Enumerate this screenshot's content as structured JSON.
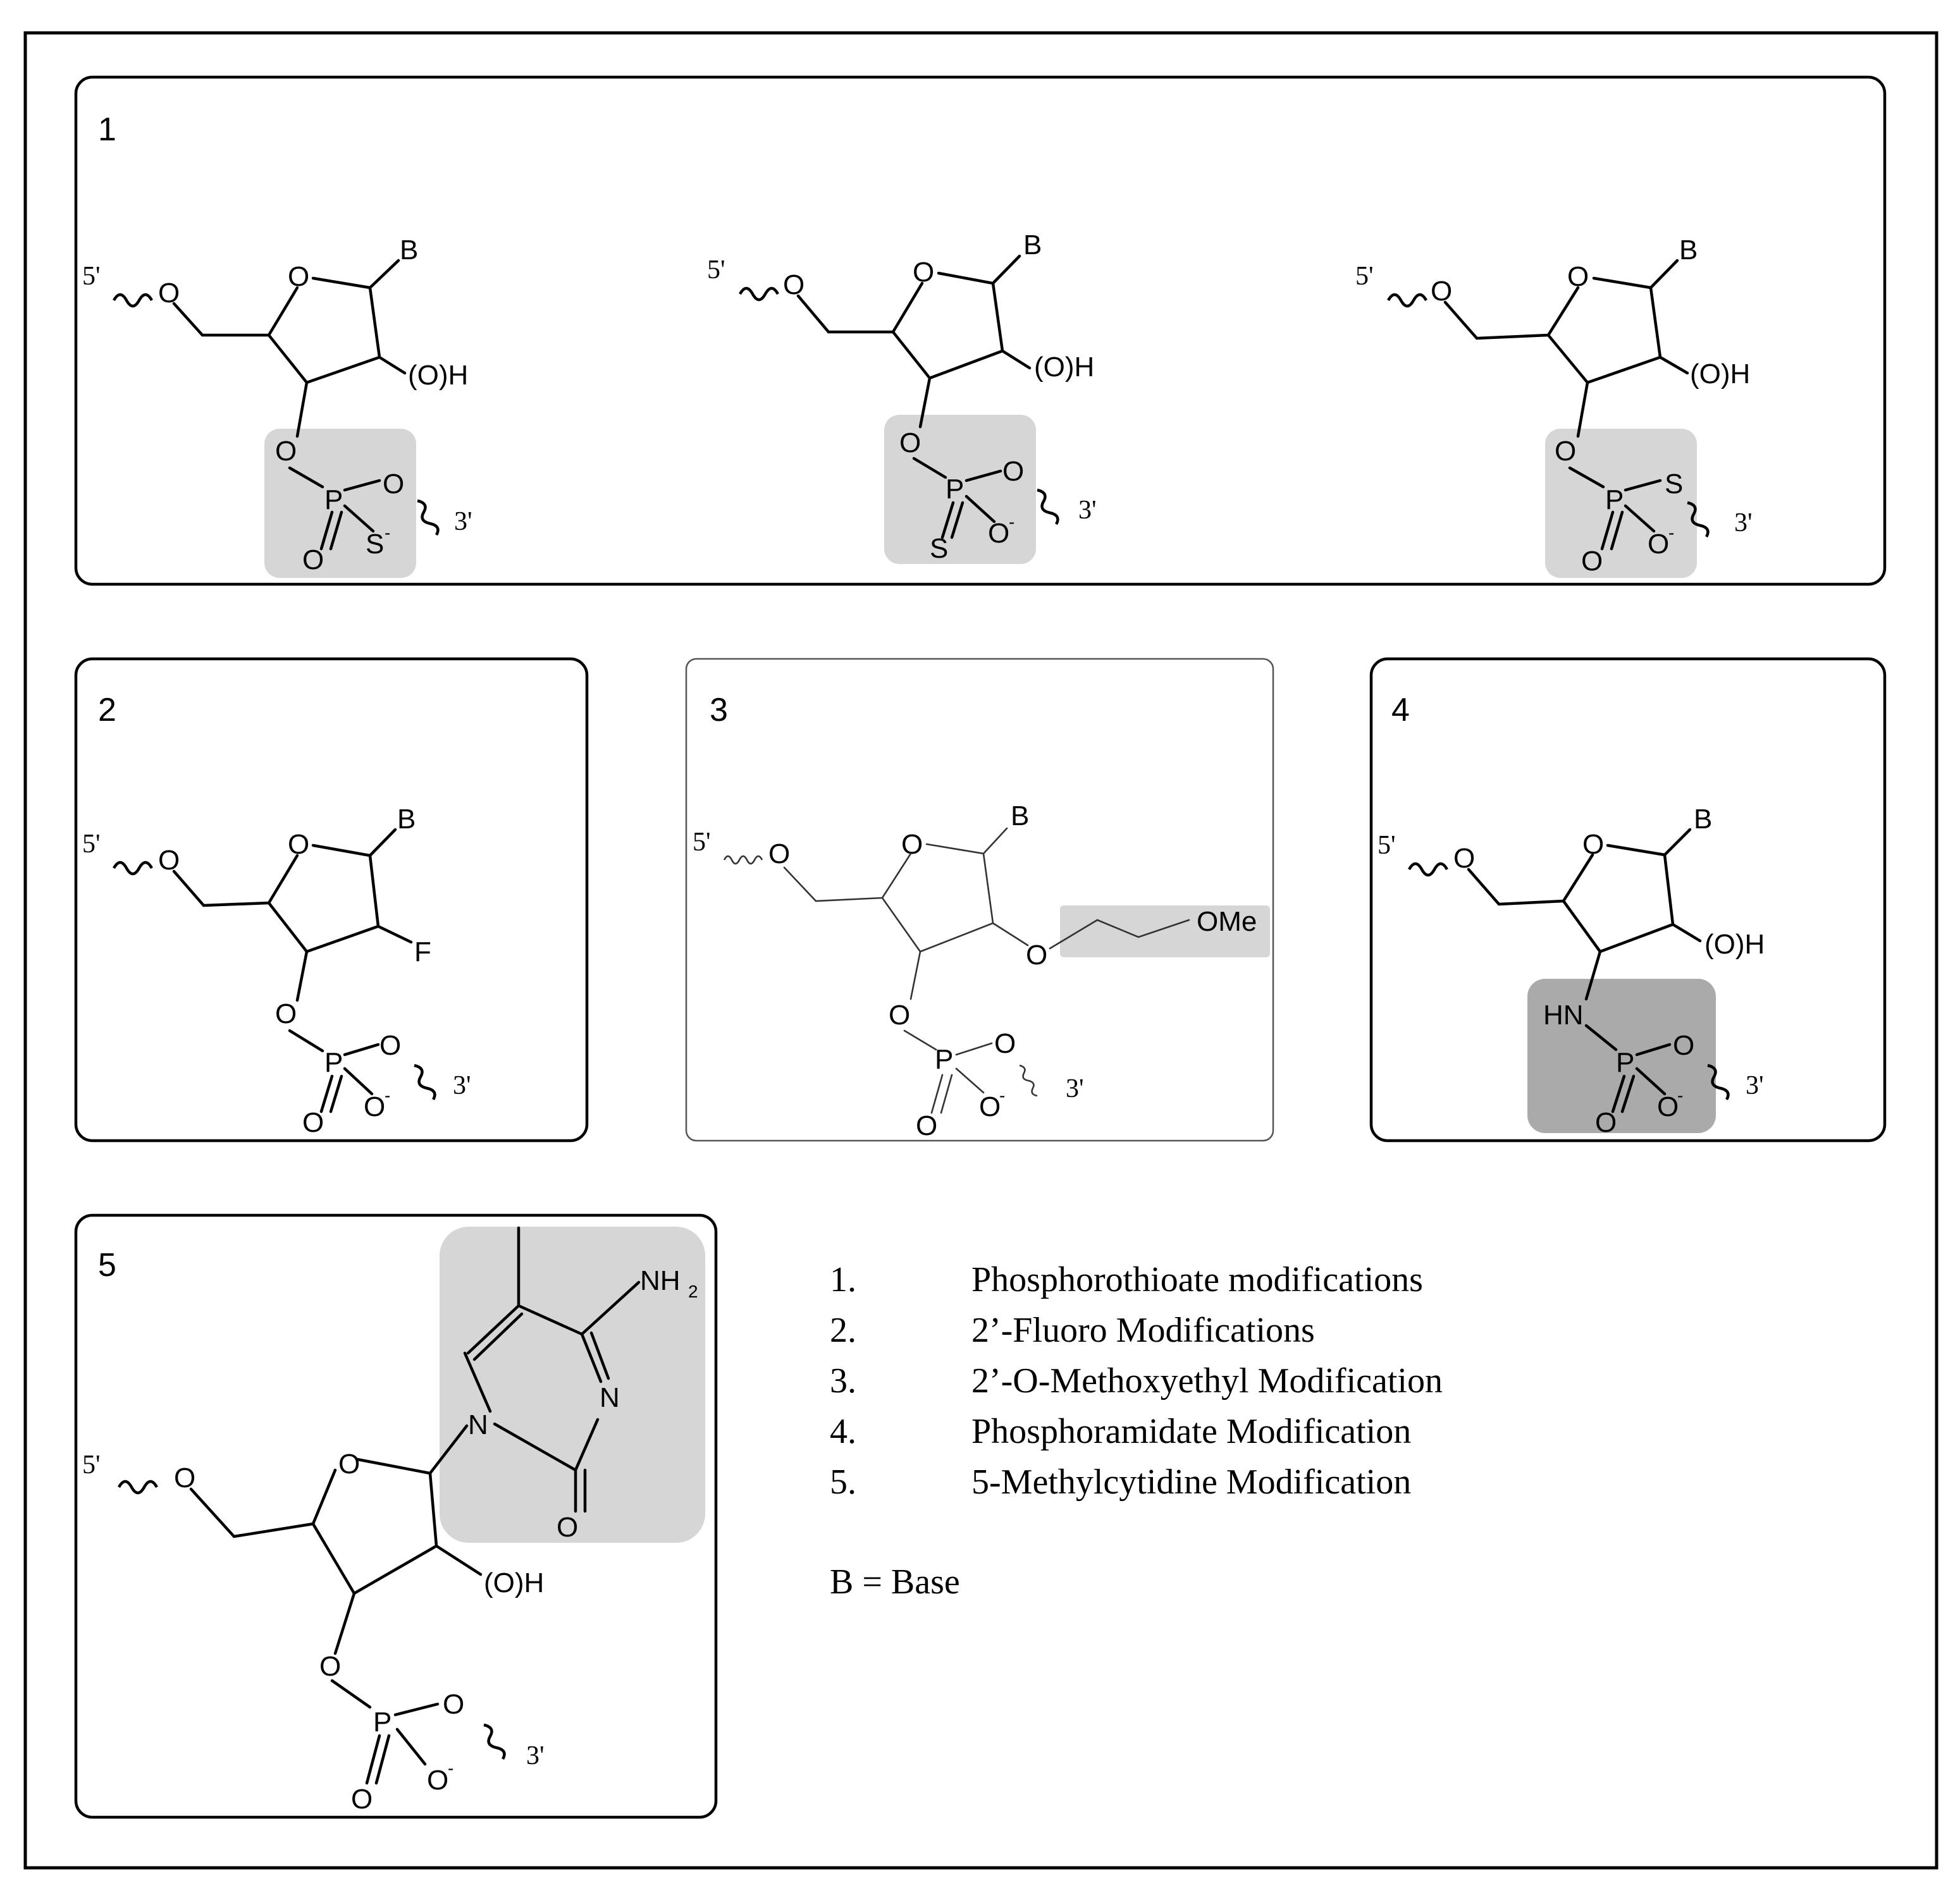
{
  "panels": [
    {
      "number": "1"
    },
    {
      "number": "2"
    },
    {
      "number": "3"
    },
    {
      "number": "4"
    },
    {
      "number": "5"
    }
  ],
  "labels": {
    "five_prime": "5'",
    "three_prime": "3'",
    "ring_o": "O",
    "base": "B",
    "hydroxyl": "(O)H",
    "o": "O",
    "p": "P",
    "o_minus": "O",
    "s_minus": "S",
    "s": "S",
    "minus": "-",
    "fluoro": "F",
    "ome": "OMe",
    "hn": "HN",
    "n": "N",
    "nh2": "NH",
    "sub2": "2"
  },
  "legend": {
    "items": [
      {
        "num": "1.",
        "text": "Phosphorothioate modifications"
      },
      {
        "num": "2.",
        "text": "2’-Fluoro Modifications"
      },
      {
        "num": "3.",
        "text": "2’-O-Methoxyethyl Modification"
      },
      {
        "num": "4.",
        "text": "Phosphoramidate Modification"
      },
      {
        "num": "5.",
        "text": "5-Methylcytidine Modification"
      }
    ],
    "footnote": "B = Base"
  }
}
